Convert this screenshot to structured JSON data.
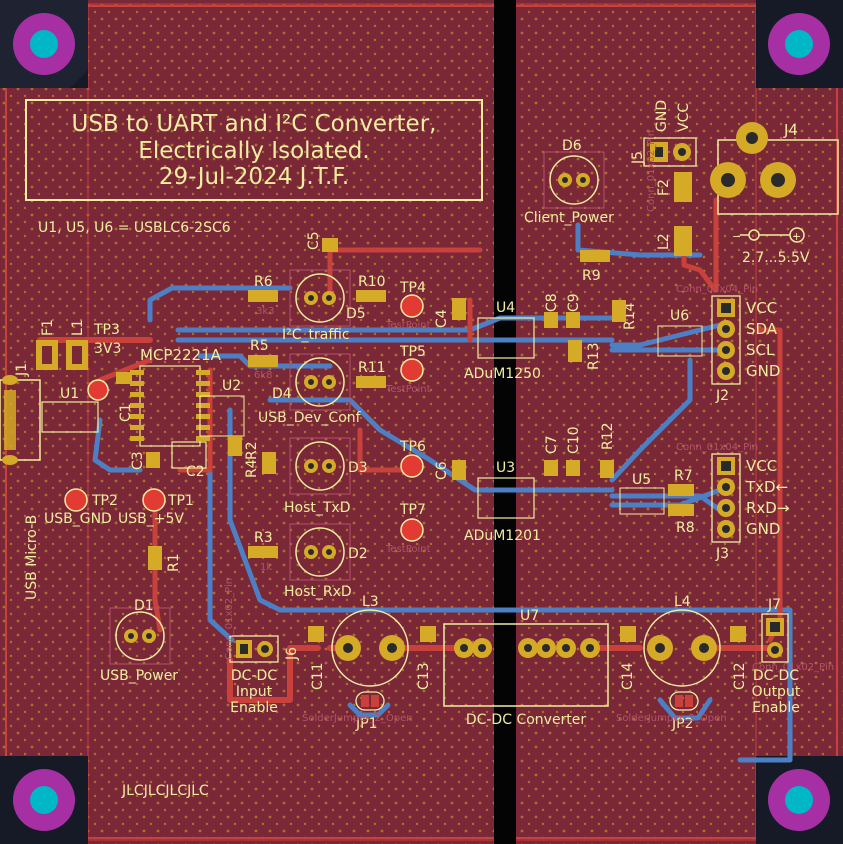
{
  "board": {
    "title_lines": [
      "USB to UART and I²C Converter,",
      "Electrically Isolated.",
      "29-Jul-2024 J.T.F."
    ],
    "note": "U1, U5, U6 = USBLC6-2SC6",
    "jlc": "JLCJLCJLCJLC",
    "usb_label": "USB Micro-B"
  },
  "colors": {
    "board": "#7a2838",
    "silk": "#f2eda1",
    "trace_top": "#c8413b",
    "trace_bottom": "#4d7fc4",
    "pad": "#d4aa26",
    "hole": "#00b7c7",
    "mount_ring": "#a62fa3"
  },
  "labels": {
    "D6": "D6",
    "client_power": "Client_Power",
    "J4": "J4",
    "J5": "J5",
    "gnd": "GND",
    "vcc": "VCC",
    "F2": "F2",
    "L2": "L2",
    "R9": "R9",
    "voltage": "2.7...5.5V",
    "R6": "R6",
    "R10": "R10",
    "D5": "D5",
    "TP4": "TP4",
    "C5": "C5",
    "C4": "C4",
    "U4": "U4",
    "C8": "C8",
    "C9": "C9",
    "R14": "R14",
    "U6": "U6",
    "R13": "R13",
    "adum1250": "ADuM1250",
    "i2c_traffic": "I²C_traffic",
    "F1": "F1",
    "L1": "L1",
    "TP3": "TP3",
    "tp3v3": "3V3",
    "mcp": "MCP2221A",
    "R5": "R5",
    "TP5": "TP5",
    "R11": "R11",
    "D4": "D4",
    "U2": "U2",
    "U1": "U1",
    "J1": "J1",
    "C1": "C1",
    "usb_dev_conf": "USB_Dev_Conf",
    "j2_pins": [
      "VCC",
      "SDA",
      "SCL",
      "GND"
    ],
    "J2": "J2",
    "C3": "C3",
    "C2": "C2",
    "R2": "R2",
    "R4": "R4",
    "D3": "D3",
    "TP6": "TP6",
    "C6": "C6",
    "U3": "U3",
    "C7": "C7",
    "C10": "C10",
    "R12": "R12",
    "U5": "U5",
    "R7": "R7",
    "R8": "R8",
    "j3_pins": [
      "VCC",
      "TxD←",
      "RxD→",
      "GND"
    ],
    "J3": "J3",
    "TP2": "TP2",
    "usb_gnd": "USB_GND",
    "TP1": "TP1",
    "usb_5v": "USB_+5V",
    "host_txd": "Host_TxD",
    "TP7": "TP7",
    "adum1201": "ADuM1201",
    "R3": "R3",
    "D2": "D2",
    "host_rxd": "Host_RxD",
    "R1": "R1",
    "D1": "D1",
    "usb_power": "USB_Power",
    "L3": "L3",
    "U7": "U7",
    "L4": "L4",
    "J7": "J7",
    "J6": "J6",
    "C11": "C11",
    "C13": "C13",
    "C14": "C14",
    "C12": "C12",
    "dcdc_in": [
      "DC-DC",
      "Input",
      "Enable"
    ],
    "dcdc_out": [
      "DC-DC",
      "Output",
      "Enable"
    ],
    "JP1": "JP1",
    "JP2": "JP2",
    "dcdc_conv": "DC-DC Converter"
  },
  "fab": {
    "r6_val": "3k3",
    "r5_val": "6k8",
    "r3_val": "1k",
    "test_point": "TestPoint",
    "solder_jumper": "SolderJumper_2_Open",
    "conn_pin": "Conn_01x04_Pin",
    "conn_pin2": "Conn_01x02_Pin"
  }
}
